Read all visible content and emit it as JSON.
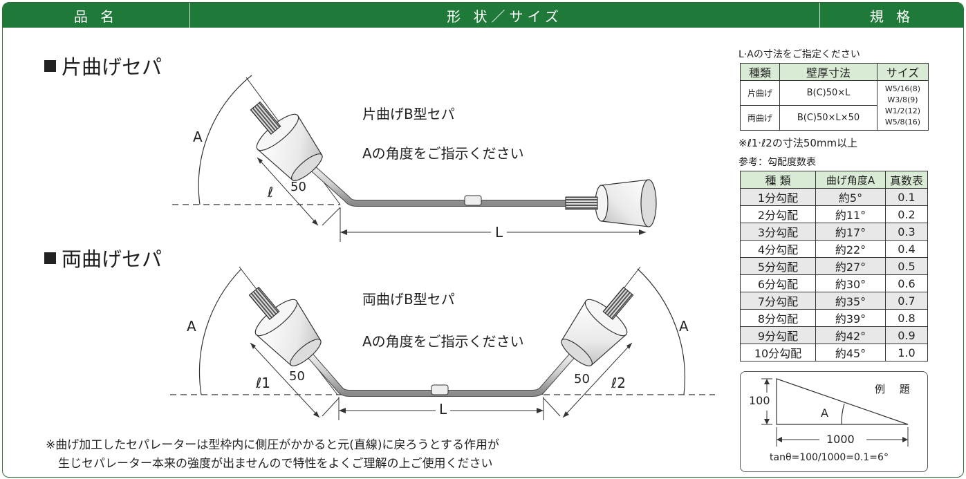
{
  "header": {
    "col1": "品 名",
    "col2": "形 状／サイズ",
    "col3": "規 格"
  },
  "single": {
    "title": "片曲げセパ",
    "product": "片曲げB型セパ",
    "instruction": "Aの角度をご指示ください",
    "label_A": "A",
    "label_l": "ℓ",
    "label_50": "50",
    "label_L": "L"
  },
  "double": {
    "title": "両曲げセパ",
    "product": "両曲げB型セパ",
    "instruction": "Aの角度をご指示ください",
    "label_A_left": "A",
    "label_A_right": "A",
    "label_l1": "ℓ1",
    "label_l2": "ℓ2",
    "label_50_left": "50",
    "label_50_right": "50",
    "label_L": "L"
  },
  "footnote": {
    "line1": "※曲げ加工したセパレーターは型枠内に側圧がかかると元(直線)に戻ろうとする作用が",
    "line2": "生じセパレーター本来の強度が出ませんので特性をよくご理解の上ご使用ください"
  },
  "spec": {
    "caption": "L·Aの寸法をご指定ください",
    "headers": [
      "種類",
      "壁厚寸法",
      "サイズ"
    ],
    "rows": [
      {
        "type": "片曲げ",
        "dim": "B(C)50×L"
      },
      {
        "type": "両曲げ",
        "dim": "B(C)50×L×50"
      }
    ],
    "sizes": [
      "W5/16(8)",
      "W3/8(9)",
      "W1/2(12)",
      "W5/8(16)"
    ],
    "note": "※ℓ1·ℓ2の寸法50mm以上"
  },
  "gradient": {
    "caption": "参考：勾配度数表",
    "headers": [
      "種 類",
      "曲げ角度A",
      "真数表"
    ],
    "rows": [
      [
        "1分勾配",
        "約5°",
        "0.1"
      ],
      [
        "2分勾配",
        "約11°",
        "0.2"
      ],
      [
        "3分勾配",
        "約17°",
        "0.3"
      ],
      [
        "4分勾配",
        "約22°",
        "0.4"
      ],
      [
        "5分勾配",
        "約27°",
        "0.5"
      ],
      [
        "6分勾配",
        "約30°",
        "0.6"
      ],
      [
        "7分勾配",
        "約35°",
        "0.7"
      ],
      [
        "8分勾配",
        "約39°",
        "0.8"
      ],
      [
        "9分勾配",
        "約42°",
        "0.9"
      ],
      [
        "10分勾配",
        "約45°",
        "1.0"
      ]
    ]
  },
  "example": {
    "title": "例 題",
    "height": "100",
    "width": "1000",
    "angle": "A",
    "formula": "tanθ=100/1000=0.1=6°"
  },
  "colors": {
    "header_bg": "#1f7a3a",
    "table_header_bg": "#d9ebd4",
    "alt_row_bg": "#e8e8e8"
  }
}
